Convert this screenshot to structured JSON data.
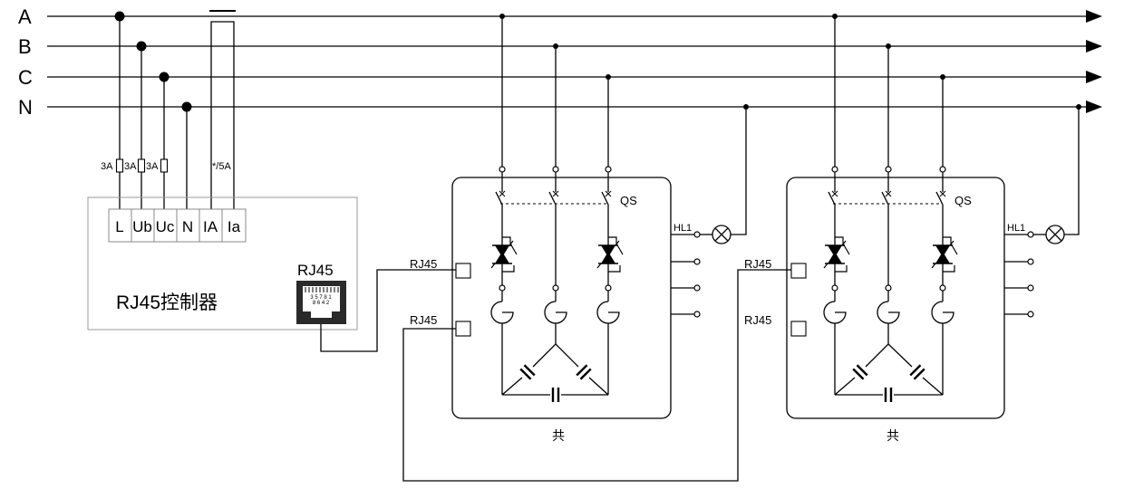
{
  "bus": {
    "a": "A",
    "b": "B",
    "c": "C",
    "n": "N"
  },
  "fuses": {
    "f1": "3A",
    "f2": "3A",
    "f3": "3A",
    "ct": "*/5A"
  },
  "controller": {
    "terminals": [
      "L",
      "Ub",
      "Uc",
      "N",
      "IA",
      "Ia"
    ],
    "rj45_label": "RJ45",
    "jack_pins_top": "3 5 7 8 1",
    "jack_pins_bottom": "8 6 4 2",
    "name": "RJ45控制器"
  },
  "modules": [
    {
      "switch_label": "QS",
      "lamp_label": "HL1",
      "rj45_top": "RJ45",
      "rj45_bottom": "RJ45",
      "caption": "共"
    },
    {
      "switch_label": "QS",
      "lamp_label": "HL1",
      "rj45_top": "RJ45",
      "rj45_bottom": "RJ45",
      "caption": "共"
    }
  ]
}
